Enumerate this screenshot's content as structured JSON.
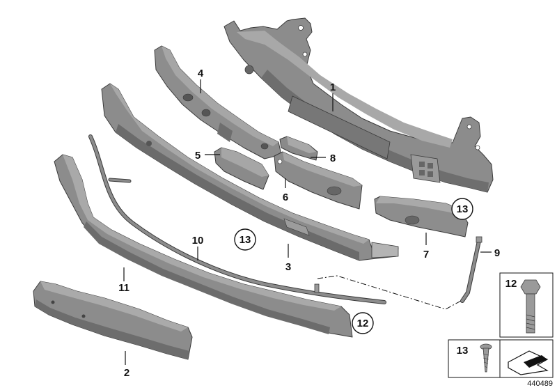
{
  "diagram": {
    "callouts": [
      {
        "id": "part-1",
        "text": "1"
      },
      {
        "id": "part-2",
        "text": "2"
      },
      {
        "id": "part-3",
        "text": "3"
      },
      {
        "id": "part-4",
        "text": "4"
      },
      {
        "id": "part-5",
        "text": "5"
      },
      {
        "id": "part-6",
        "text": "6"
      },
      {
        "id": "part-7",
        "text": "7"
      },
      {
        "id": "part-8",
        "text": "8"
      },
      {
        "id": "part-9",
        "text": "9"
      },
      {
        "id": "part-10",
        "text": "10"
      },
      {
        "id": "part-11",
        "text": "11"
      },
      {
        "id": "circled-13-a",
        "text": "13"
      },
      {
        "id": "circled-13-b",
        "text": "13"
      },
      {
        "id": "circled-12",
        "text": "12"
      },
      {
        "id": "inset-12",
        "text": "12"
      },
      {
        "id": "inset-13",
        "text": "13"
      }
    ],
    "diagram_number": "440489",
    "colors": {
      "part_fill": "#8a8a8a",
      "part_light": "#a9a9a9",
      "part_dark": "#6c6c6c",
      "stroke": "#3a3a3a",
      "label": "#111111"
    }
  }
}
